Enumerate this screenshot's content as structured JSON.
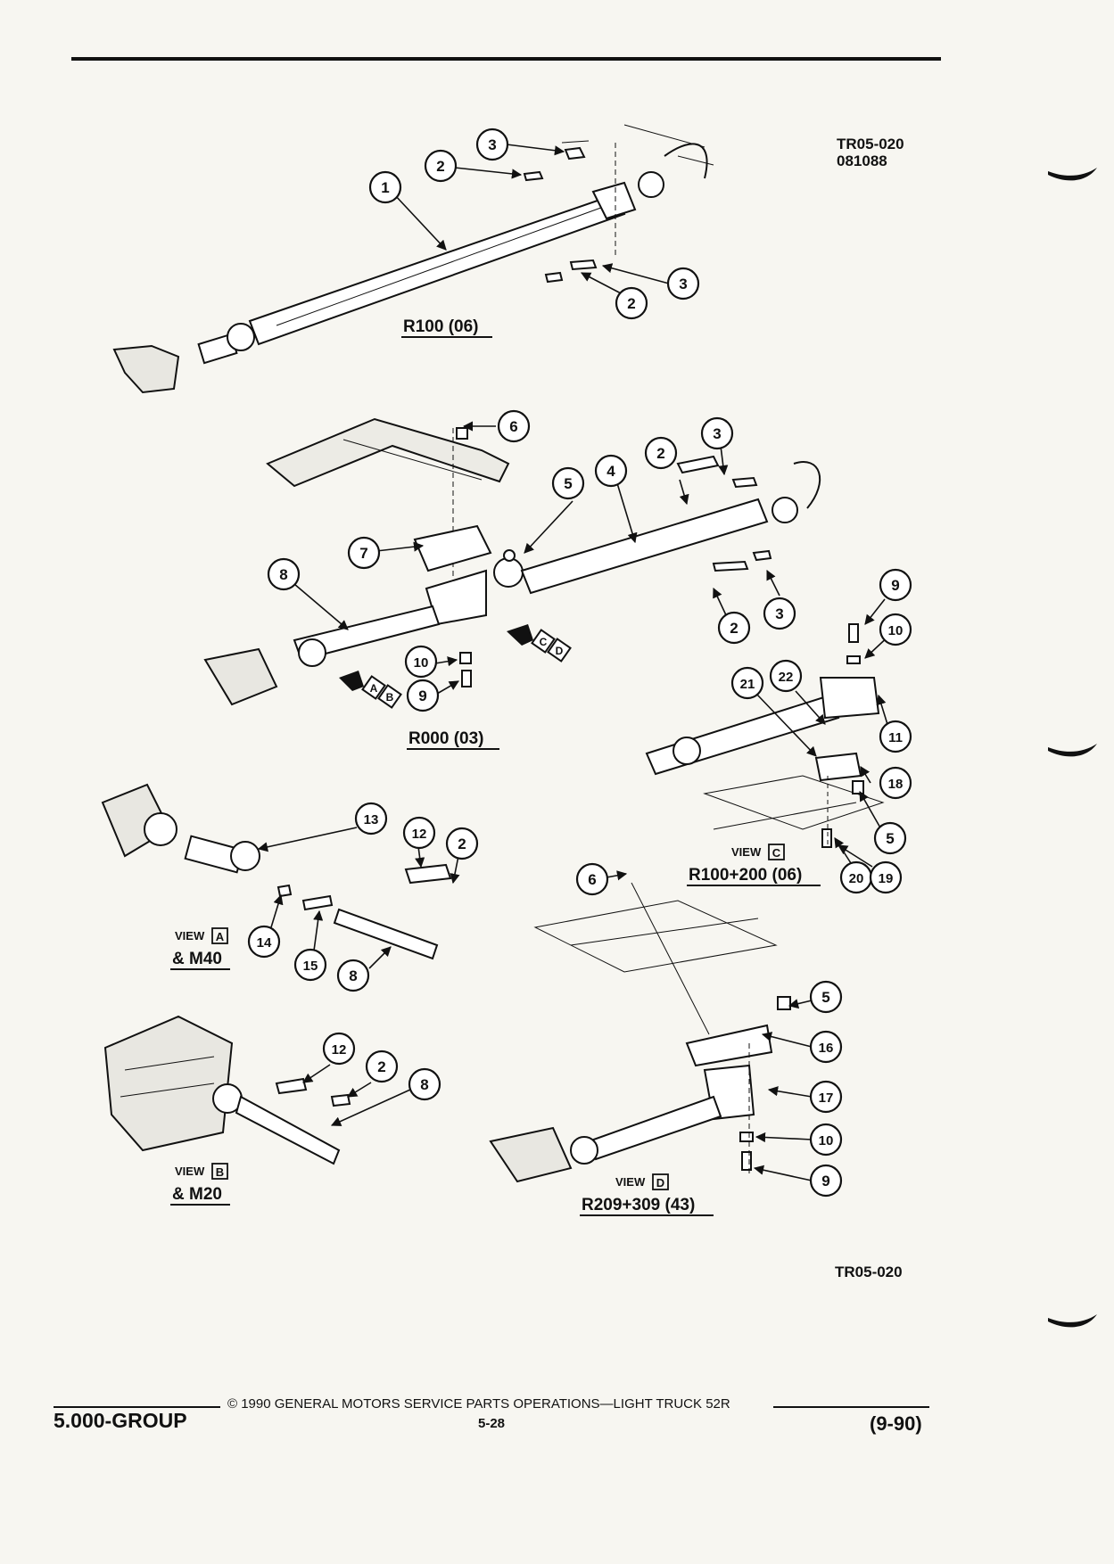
{
  "header": {
    "code_top": "TR05-020",
    "date_code": "081088",
    "code_bottom": "TR05-020"
  },
  "views": {
    "r100": "R100 (06)",
    "r000": "R000 (03)",
    "view_a_word": "VIEW",
    "view_a_letter": "A",
    "view_a_model": "& M40",
    "view_b_word": "VIEW",
    "view_b_letter": "B",
    "view_b_model": "& M20",
    "view_c_word": "VIEW",
    "view_c_letter": "C",
    "view_c_model": "R100+200 (06)",
    "view_d_word": "VIEW",
    "view_d_letter": "D",
    "view_d_model": "R209+309 (43)"
  },
  "arrows": {
    "ab_left": "A",
    "ab_right": "B",
    "cd_left": "C",
    "cd_right": "D"
  },
  "callouts": {
    "c1": "1",
    "c2a": "2",
    "c3a": "3",
    "c2b": "2",
    "c3b": "3",
    "c6a": "6",
    "c2c": "2",
    "c3c": "3",
    "c5a": "5",
    "c4": "4",
    "c7": "7",
    "c8a": "8",
    "c10a": "10",
    "c9a": "9",
    "c2d": "2",
    "c3d": "3",
    "c9b": "9",
    "c10b": "10",
    "c21": "21",
    "c22": "22",
    "c11": "11",
    "c18": "18",
    "c5b": "5",
    "c20": "20",
    "c19": "19",
    "c13": "13",
    "c12a": "12",
    "c2e": "2",
    "c14": "14",
    "c15": "15",
    "c8b": "8",
    "c6b": "6",
    "c5c": "5",
    "c16": "16",
    "c17": "17",
    "c10c": "10",
    "c9c": "9",
    "c12b": "12",
    "c2f": "2",
    "c8c": "8"
  },
  "footer": {
    "group": "5.000-GROUP",
    "copyright": "© 1990 GENERAL MOTORS SERVICE PARTS OPERATIONS—LIGHT TRUCK 52R",
    "page": "5-28",
    "date": "(9-90)"
  }
}
